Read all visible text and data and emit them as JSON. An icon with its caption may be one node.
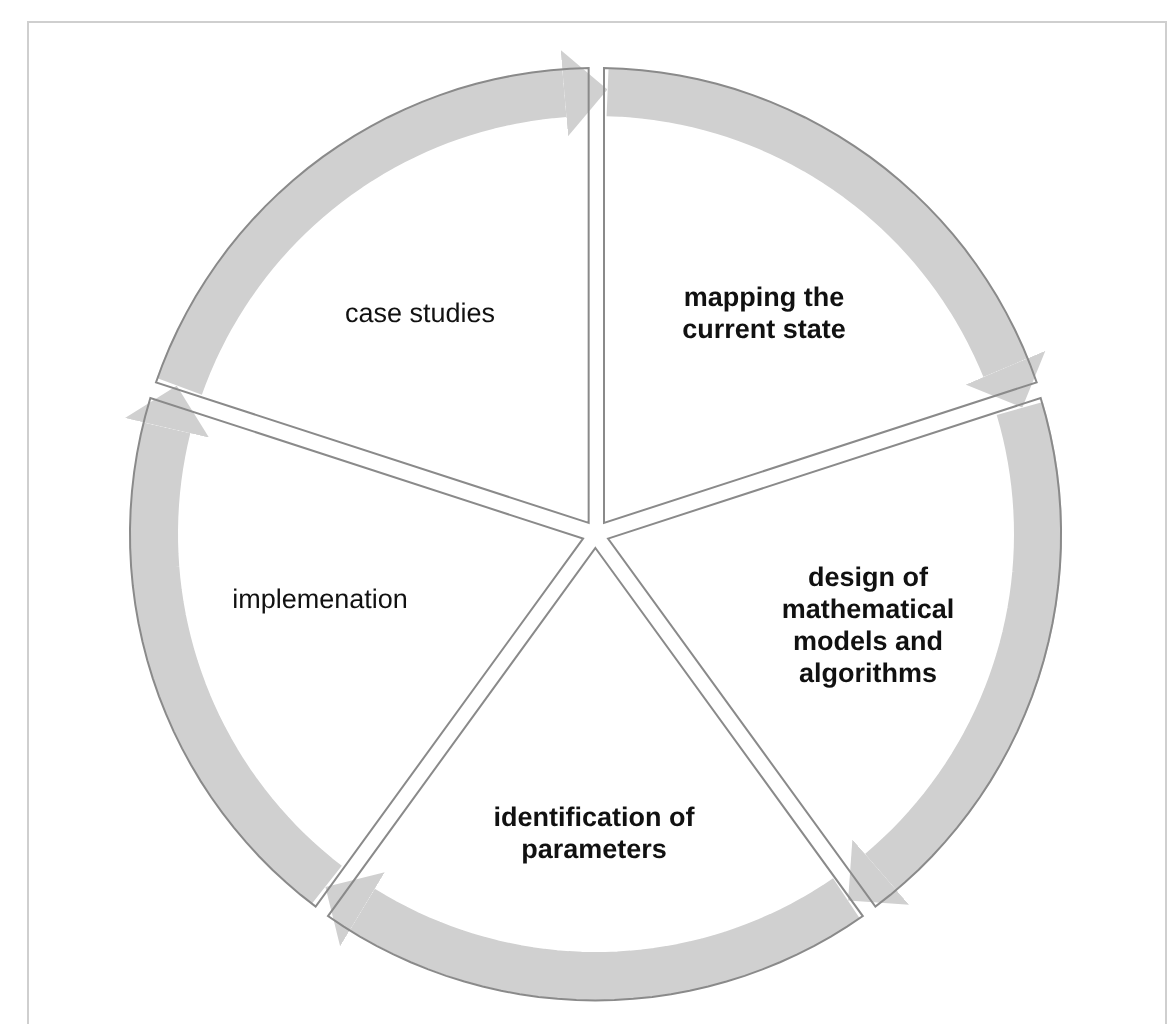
{
  "diagram": {
    "nodes": [
      {
        "text": [
          "case studies"
        ]
      },
      {
        "text": [
          "mapping the current state"
        ]
      },
      {
        "text": [
          "design of mathematical models and algorithms"
        ]
      },
      {
        "text": [
          "identification of parameters"
        ]
      },
      {
        "text": [
          "implemenation"
        ]
      }
    ],
    "edges": [
      {
        "from": 0,
        "to": 1,
        "arrow": "to"
      },
      {
        "from": 1,
        "to": 2,
        "arrow": "to"
      },
      {
        "from": 2,
        "to": 3,
        "arrow": "to"
      },
      {
        "from": 3,
        "to": 4,
        "arrow": "to"
      },
      {
        "from": 4,
        "to": 0,
        "arrow": "to"
      }
    ]
  }
}
